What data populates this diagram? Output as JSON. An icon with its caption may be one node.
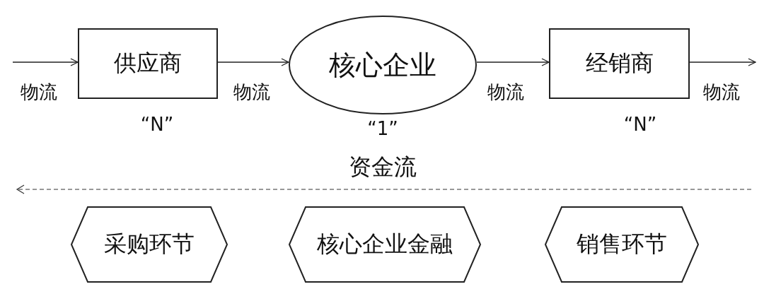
{
  "diagram": {
    "nodes": [
      {
        "text": [
          "供应商"
        ],
        "beside": [
          "“N”"
        ]
      },
      {
        "text": [
          "核心企业"
        ],
        "beside": [
          "“1”"
        ]
      },
      {
        "text": [
          "经销商"
        ],
        "beside": [
          "“N”"
        ]
      },
      {
        "text": [
          "采购环节"
        ]
      },
      {
        "text": [
          "核心企业金融"
        ]
      },
      {
        "text": [
          "销售环节"
        ]
      }
    ],
    "edges": [
      {
        "from": null,
        "to": 0,
        "arrow": "to",
        "label": "物流"
      },
      {
        "from": 0,
        "to": 1,
        "arrow": "to",
        "label": "物流"
      },
      {
        "from": 1,
        "to": 2,
        "arrow": "to",
        "label": "物流"
      },
      {
        "from": 2,
        "to": null,
        "arrow": "to",
        "label": "物流"
      }
    ],
    "labels": [
      "资金流"
    ]
  }
}
